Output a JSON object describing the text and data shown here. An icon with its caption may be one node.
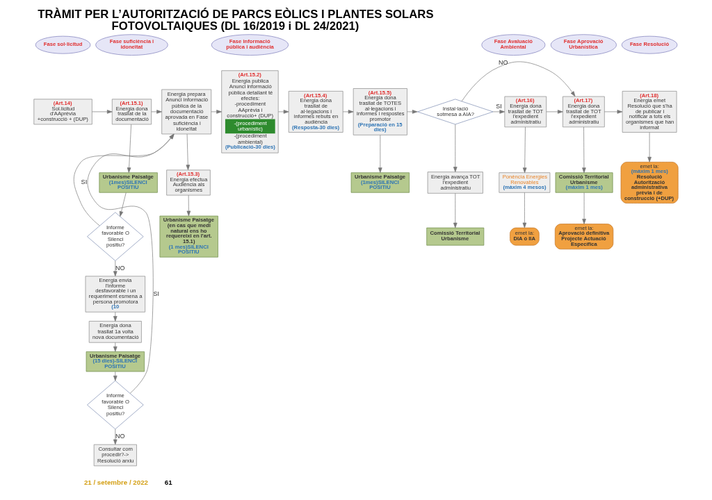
{
  "diagram": {
    "title": "TRÀMIT PER L’AUTORITZACIÓ DE PARCS EÒLICS I PLANTES SOLARS FOTOVOLTAIQUES (DL 16/2019 i DL 24/2021)",
    "nodes": [
      {
        "text": [
          "Fase sol·licitud"
        ]
      },
      {
        "text": [
          "Fase suficiència i idoneïtat"
        ]
      },
      {
        "text": [
          "Fase informació pública i audiència"
        ]
      },
      {
        "text": [
          "Fase Avaluació Ambiental"
        ]
      },
      {
        "text": [
          "Fase Aprovació Urbanística"
        ]
      },
      {
        "text": [
          "Fase Resolució"
        ]
      },
      {
        "text": [
          "(Art.14)",
          "Sol.licitud d'AAprèvia +construcció + (DUP)"
        ]
      },
      {
        "text": [
          "(Art.15.1)",
          "Energia dona trasllat de la documentació"
        ]
      },
      {
        "text": [
          "Urbanisme Paisatge",
          "(1mes)SILENCI POSITIU"
        ]
      },
      {
        "text": [
          "Informe favorable O Silenci positiu?"
        ]
      },
      {
        "text": [
          "Energia envia l'informe desfavorable i un requeriment esmena a persona promotora",
          "(10"
        ]
      },
      {
        "text": [
          "Energia dona trasllat 1a volta nova documentació"
        ]
      },
      {
        "text": [
          "Urbanisme Paisatge",
          "(15 dies)-SILENCI POSITIU"
        ]
      },
      {
        "text": [
          "Informe favorable O Silenci positiu?"
        ]
      },
      {
        "text": [
          "Consultar com procedir?-> Resolució arxiu"
        ]
      },
      {
        "text": [
          "Energia prepara Anunci informació pública de la documentació aprovada en Fase suficiència i idoneïtat"
        ]
      },
      {
        "text": [
          "(Art.15.2)",
          "Energia publica Anunci informació pública detallant té efectes:",
          "-procediment AAprèvia i construcció+ (DUP)",
          "-(procediment urbanístic)",
          "-(procediment ambiental)",
          "(Publicació-30 dies)"
        ]
      },
      {
        "text": [
          "(Art.15.3)",
          "Energia efectua Audiència als organismes"
        ]
      },
      {
        "text": [
          "Urbanisme Paisatge (en cas que medi natural ens ho requereixi en l'art. 15.1)",
          "(1 mes)SILENCI POSITIU"
        ]
      },
      {
        "text": [
          "(Art.15.4)",
          "Energia dona trasllat de al·legacions i informes rebuts en audiència",
          "(Resposta-30 dies)"
        ]
      },
      {
        "text": [
          "(Art.15.5)",
          "Energia dona trasllat de TOTES al·legacions i informes i respostes promotor",
          "(Preparació en 15 dies)"
        ]
      },
      {
        "text": [
          "Urbanisme Paisatge",
          "(1mes)SILENCI POSITIU"
        ]
      },
      {
        "text": [
          "Instal·lació sotmesa a AIA?"
        ]
      },
      {
        "text": [
          "(Art.16)",
          "Energia dona trasllat de TOT l'expedient administratiu"
        ]
      },
      {
        "text": [
          "Ponència Energies Renovables",
          "(màxim 4 mesos)"
        ]
      },
      {
        "text": [
          "emet la:",
          "DIA ó IIA"
        ]
      },
      {
        "text": [
          "Energia avança TOT l'expedient administratiu"
        ]
      },
      {
        "text": [
          "Comissió Territorial Urbanisme"
        ]
      },
      {
        "text": [
          "(Art.17)",
          "Energia dona trasllat de TOT l'expedient administratiu"
        ]
      },
      {
        "text": [
          "Comissió Territorial Urbanisme",
          "(màxim 1 mes)"
        ]
      },
      {
        "text": [
          "emet la:",
          "Aprovació definitiva Projecte Actuació Específica"
        ]
      },
      {
        "text": [
          "(Art.18)",
          "Energia emet Resolució que s'ha de publicar i notificar a tots els organismes que han informat"
        ]
      },
      {
        "text": [
          "emet la:",
          "(màxim 1 mes)",
          "Resolució Autorització administrativa prèvia i de construcció (+DUP)"
        ]
      }
    ],
    "edges": [
      {
        "from": 6,
        "to": 7,
        "arrow": "to"
      },
      {
        "from": 7,
        "to": 15,
        "arrow": "to"
      },
      {
        "from": 7,
        "to": 8,
        "arrow": "to"
      },
      {
        "from": 8,
        "to": 9,
        "arrow": "to"
      },
      {
        "from": 9,
        "to": 10,
        "arrow": "to",
        "label": "NO"
      },
      {
        "from": 9,
        "to": 15,
        "arrow": "to",
        "label": "SI"
      },
      {
        "from": 10,
        "to": 11,
        "arrow": "to"
      },
      {
        "from": 11,
        "to": 12,
        "arrow": "to"
      },
      {
        "from": 12,
        "to": 13,
        "arrow": "to"
      },
      {
        "from": 13,
        "to": 15,
        "arrow": "to",
        "label": "SI"
      },
      {
        "from": 13,
        "to": 14,
        "arrow": "to",
        "label": "NO"
      },
      {
        "from": 15,
        "to": 16,
        "arrow": "to"
      },
      {
        "from": 15,
        "to": 17,
        "arrow": "to"
      },
      {
        "from": 16,
        "to": 19,
        "arrow": "to"
      },
      {
        "from": 17,
        "to": 18,
        "arrow": "to"
      },
      {
        "from": 19,
        "to": 20,
        "arrow": "to"
      },
      {
        "from": 20,
        "to": 21,
        "arrow": "to"
      },
      {
        "from": 20,
        "to": 22,
        "arrow": "to"
      },
      {
        "from": 22,
        "to": 23,
        "arrow": "to",
        "label": "SI"
      },
      {
        "from": 22,
        "to": 26,
        "arrow": "to"
      },
      {
        "from": 22,
        "to": 28,
        "arrow": "to",
        "label": "NO"
      },
      {
        "from": 23,
        "to": 24,
        "arrow": "to"
      },
      {
        "from": 24,
        "to": 25,
        "arrow": "to"
      },
      {
        "from": 23,
        "to": 28,
        "arrow": "to"
      },
      {
        "from": 26,
        "to": 27,
        "arrow": "to"
      },
      {
        "from": 28,
        "to": 29,
        "arrow": "to"
      },
      {
        "from": 29,
        "to": 30,
        "arrow": "to"
      },
      {
        "from": 28,
        "to": 31,
        "arrow": "to"
      },
      {
        "from": 31,
        "to": 32,
        "arrow": "to"
      }
    ],
    "labels": [
      "21 / setembre / 2022",
      "61"
    ]
  }
}
